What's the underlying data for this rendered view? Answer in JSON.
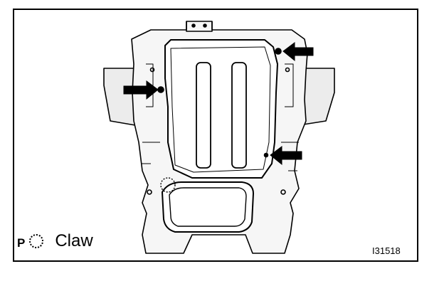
{
  "legend": {
    "prefix": "P",
    "symbol_icon": "dotted-circle-icon",
    "label": "Claw"
  },
  "figure_id": "I31518",
  "colors": {
    "line": "#000000",
    "background": "#ffffff"
  }
}
